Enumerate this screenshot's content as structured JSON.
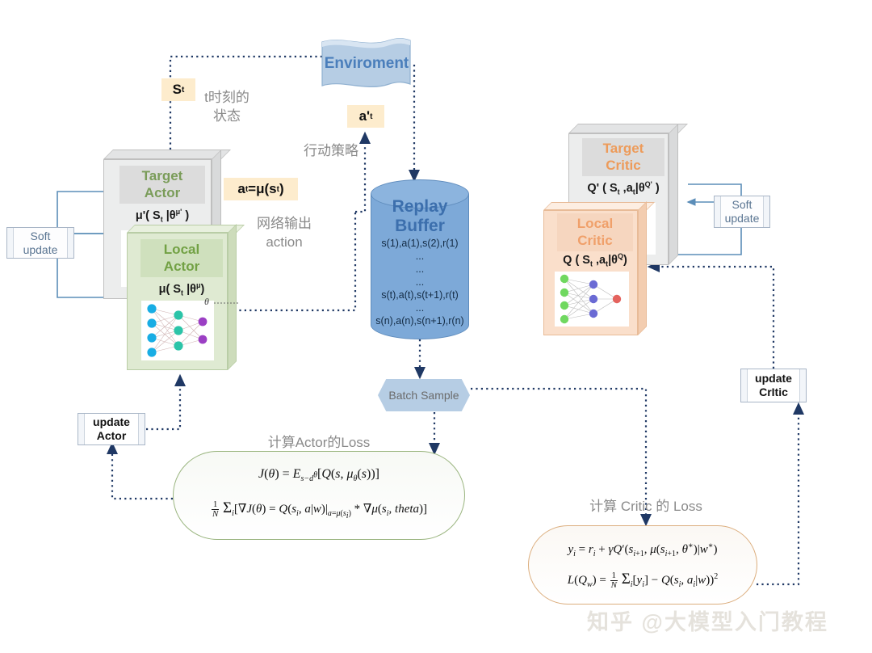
{
  "diagram": {
    "title": "DDPG Architecture Diagram",
    "watermark": "知乎 @大模型入门教程"
  },
  "environment": {
    "label": "Enviroment"
  },
  "labels": {
    "state": "S",
    "state_sub": "t",
    "state_desc_line1": "t时刻的",
    "state_desc_line2": "状态",
    "action_prime": "a'",
    "action_prime_sub": "t",
    "policy_desc": "行动策略",
    "action_eq": "a",
    "action_eq_sub": "t",
    "action_eq_rest": "=μ(s",
    "action_eq_rest2": ")",
    "network_out_line1": "网络输出",
    "network_out_line2": "action"
  },
  "target_actor": {
    "header_line1": "Target",
    "header_line2": "Actor",
    "formula": "μ'( S",
    "formula_sub": "t",
    "formula_mid": " |θ",
    "formula_sup": "μ'",
    "formula_end": " )"
  },
  "local_actor": {
    "header_line1": "Local",
    "header_line2": "Actor",
    "formula": "μ( S",
    "formula_sub": "t",
    "formula_mid": " |θ",
    "formula_sup": "μ",
    "formula_end": ")",
    "theta_label": "θ",
    "network": {
      "input_count": 4,
      "hidden_count": 3,
      "output_count": 2,
      "input_color": "#18ade4",
      "hidden_color": "#2bc4a8",
      "output_color": "#9b3fc4"
    }
  },
  "target_critic": {
    "header_line1": "Target",
    "header_line2": "Critic",
    "formula": "Q'  ( S",
    "formula_sub": "t",
    "formula_mid": " ,a",
    "formula_sub2": "t",
    "formula_mid2": "|θ",
    "formula_sup": "Q'",
    "formula_end": " )"
  },
  "local_critic": {
    "header_line1": "Local",
    "header_line2": "Critic",
    "formula": "Q ( S",
    "formula_sub": "t",
    "formula_mid": " ,a",
    "formula_sub2": "t",
    "formula_mid2": "|θ",
    "formula_sup": "Q",
    "formula_end": ")",
    "network": {
      "input_count": 4,
      "hidden_count": 3,
      "output_count": 1,
      "input_color": "#70d860",
      "hidden_color": "#6a6ad4",
      "output_color": "#e4635e"
    }
  },
  "replay_buffer": {
    "title_line1": "Replay",
    "title_line2": "Buffer",
    "rows": [
      "s(1),a(1),s(2),r(1)",
      "...",
      "...",
      "...",
      "s(t),a(t),s(t+1),r(t)",
      "...",
      "s(n),a(n),s(n+1),r(n)"
    ]
  },
  "batch_sample": {
    "label": "Batch Sample"
  },
  "soft_update_left": {
    "line1": "Soft",
    "line2": "update"
  },
  "soft_update_right": {
    "line1": "Soft",
    "line2": "update"
  },
  "update_actor": {
    "line1": "update",
    "line2": "Actor"
  },
  "update_critic": {
    "line1": "update",
    "line2": "CrItic"
  },
  "actor_loss": {
    "title": "计算Actor的Loss",
    "formula1_plain": "J(θ) = E_{s~d^θ}[Q(s, μ_θ(s))]",
    "formula2_plain": "(1/N) Σ_i [∇J(θ) = Q(s_i, a|w)|_{a=μ(s_i)} * ∇μ(s_i, theta)]"
  },
  "critic_loss": {
    "title": "计算 Critic 的 Loss",
    "formula1_plain": "y_i = r_i + γQ'(s_{i+1}, μ(s_{i+1}, θ*)|w*)",
    "formula2_plain": "L(Q_w) = (1/N) Σ_i [y_i] − Q(s_i, a_i|w))^2"
  },
  "colors": {
    "env_blue": "#b6cde4",
    "env_text": "#4a7ebb",
    "buffer_blue": "#7da9d8",
    "buffer_text": "#3c6fad",
    "actor_green": "#dfead2",
    "actor_text": "#72a144",
    "critic_orange": "#fadfcb",
    "critic_text": "#ed9b5a",
    "highlight_yellow": "#fdeccd",
    "dashed_navy": "#1f3864",
    "solid_blue": "#5b8db8",
    "gray_text": "#8a8a8a"
  }
}
